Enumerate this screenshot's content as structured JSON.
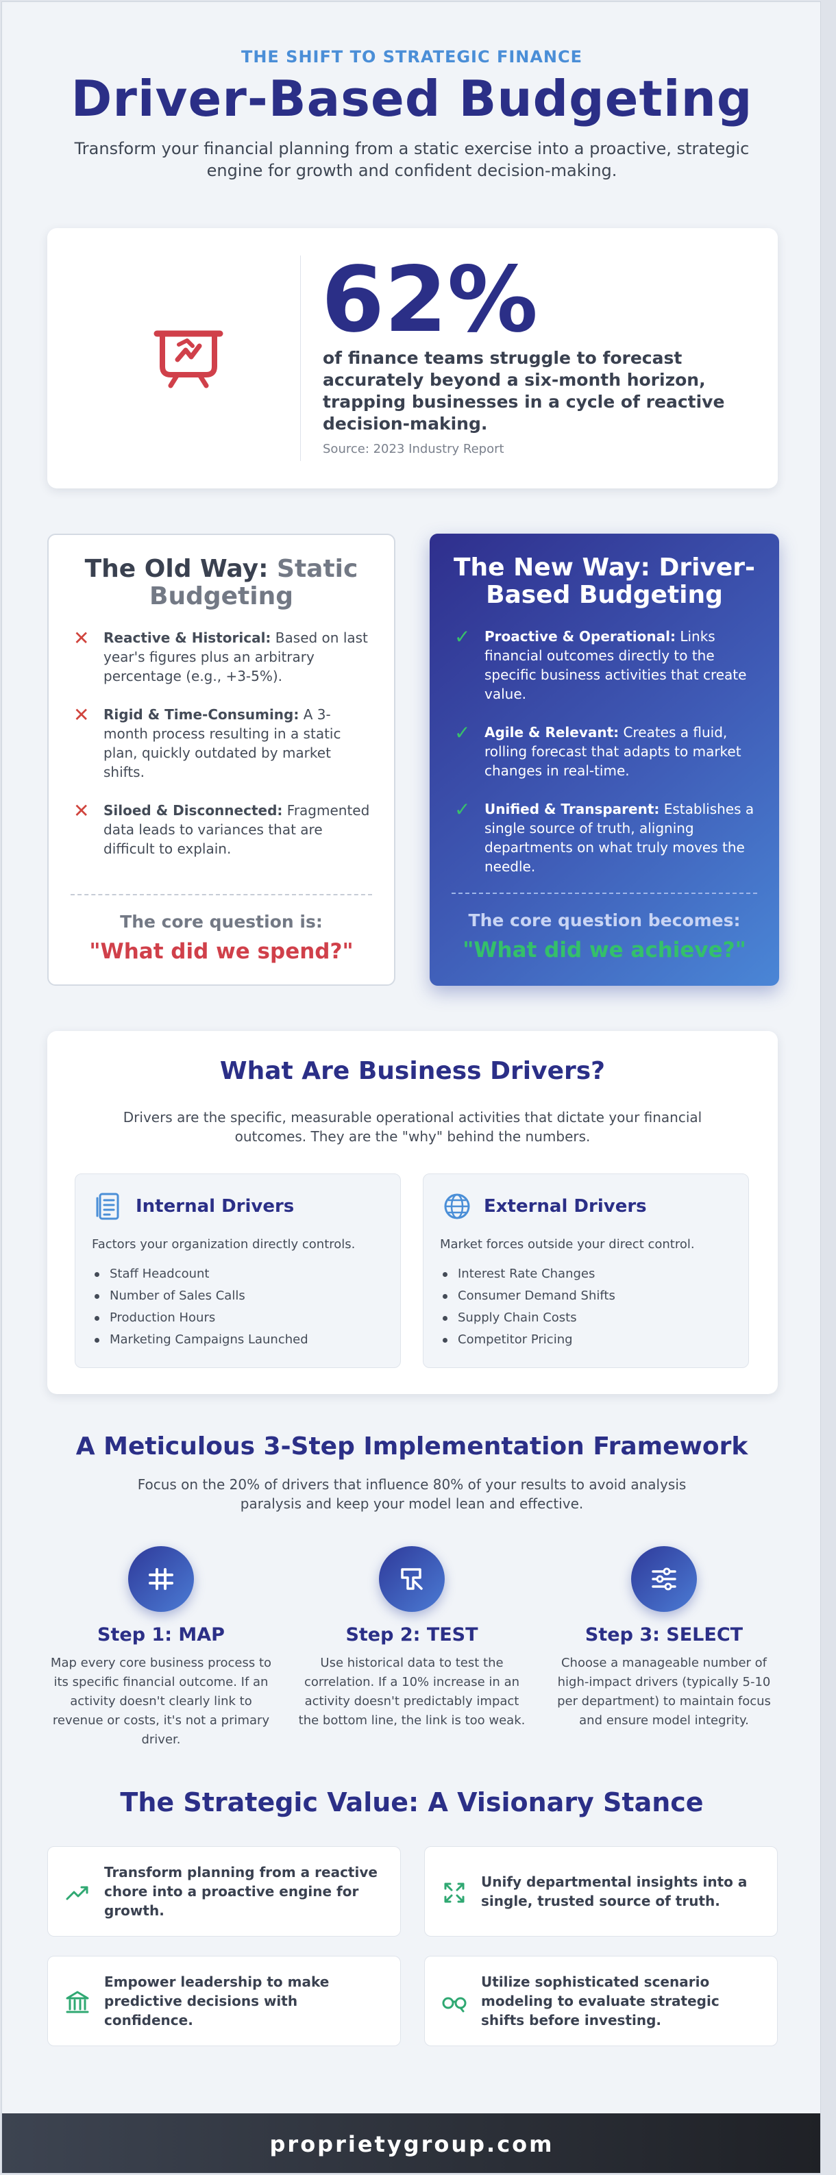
{
  "header": {
    "eyebrow": "THE SHIFT TO STRATEGIC FINANCE",
    "title": "Driver-Based Budgeting",
    "subtitle": "Transform your financial planning from a static exercise into a proactive, strategic engine for growth and confident decision-making."
  },
  "stat": {
    "icon": "presentation-chart-icon",
    "value": "62%",
    "text": "of finance teams struggle to forecast accurately beyond a six-month horizon, trapping businesses in a cycle of reactive decision-making.",
    "source": "Source: 2023 Industry Report"
  },
  "old_way": {
    "title_lead": "The Old Way:",
    "title_rest": "Static Budgeting",
    "items": [
      {
        "label": "Reactive & Historical:",
        "text": "Based on last year's figures plus an arbitrary percentage (e.g., +3-5%)."
      },
      {
        "label": "Rigid & Time-Consuming:",
        "text": "A 3-month process resulting in a static plan, quickly outdated by market shifts."
      },
      {
        "label": "Siloed & Disconnected:",
        "text": "Fragmented data leads to variances that are difficult to explain."
      }
    ],
    "question": "The core question is:",
    "answer": "\"What did we spend?\""
  },
  "new_way": {
    "title": "The New Way: Driver-Based Budgeting",
    "items": [
      {
        "label": "Proactive & Operational:",
        "text": "Links financial outcomes directly to the specific business activities that create value."
      },
      {
        "label": "Agile & Relevant:",
        "text": "Creates a fluid, rolling forecast that adapts to market changes in real-time."
      },
      {
        "label": "Unified & Transparent:",
        "text": "Establishes a single source of truth, aligning departments on what truly moves the needle."
      }
    ],
    "question": "The core question becomes:",
    "answer": "\"What did we achieve?\""
  },
  "drivers": {
    "title": "What Are Business Drivers?",
    "description": "Drivers are the specific, measurable operational activities that dictate your financial outcomes. They are the \"why\" behind the numbers.",
    "internal": {
      "icon": "document-list-icon",
      "title": "Internal Drivers",
      "description": "Factors your organization directly controls.",
      "items": [
        "Staff Headcount",
        "Number of Sales Calls",
        "Production Hours",
        "Marketing Campaigns Launched"
      ]
    },
    "external": {
      "icon": "globe-icon",
      "title": "External Drivers",
      "description": "Market forces outside your direct control.",
      "items": [
        "Interest Rate Changes",
        "Consumer Demand Shifts",
        "Supply Chain Costs",
        "Competitor Pricing"
      ]
    }
  },
  "framework": {
    "title": "A Meticulous 3-Step Implementation Framework",
    "description": "Focus on the 20% of drivers that influence 80% of your results to avoid analysis paralysis and keep your model lean and effective.",
    "steps": [
      {
        "icon": "map-signpost-icon",
        "title": "Step 1: MAP",
        "text": "Map every core business process to its specific financial outcome. If an activity doesn't clearly link to revenue or costs, it's not a primary driver."
      },
      {
        "icon": "flask-test-icon",
        "title": "Step 2: TEST",
        "text": "Use historical data to test the correlation. If a 10% increase in an activity doesn't predictably impact the bottom line, the link is too weak."
      },
      {
        "icon": "sliders-icon",
        "title": "Step 3: SELECT",
        "text": "Choose a manageable number of high-impact drivers (typically 5-10 per department) to maintain focus and ensure model integrity."
      }
    ]
  },
  "strategic": {
    "title": "The Strategic Value: A Visionary Stance",
    "items": [
      {
        "icon": "trending-up-icon",
        "text": "Transform planning from a reactive chore into a proactive engine for growth."
      },
      {
        "icon": "merge-arrows-icon",
        "text": "Unify departmental insights into a single, trusted source of truth."
      },
      {
        "icon": "bank-icon",
        "text": "Empower leadership to make predictive decisions with confidence."
      },
      {
        "icon": "binoculars-icon",
        "text": "Utilize sophisticated scenario modeling to evaluate strategic shifts before investing."
      }
    ]
  },
  "footer": {
    "text": "proprietygroup.com"
  },
  "colors": {
    "brand": "#2b2f87",
    "accent": "#4a8ed7",
    "alert": "#d0404a",
    "success": "#34c06a"
  }
}
